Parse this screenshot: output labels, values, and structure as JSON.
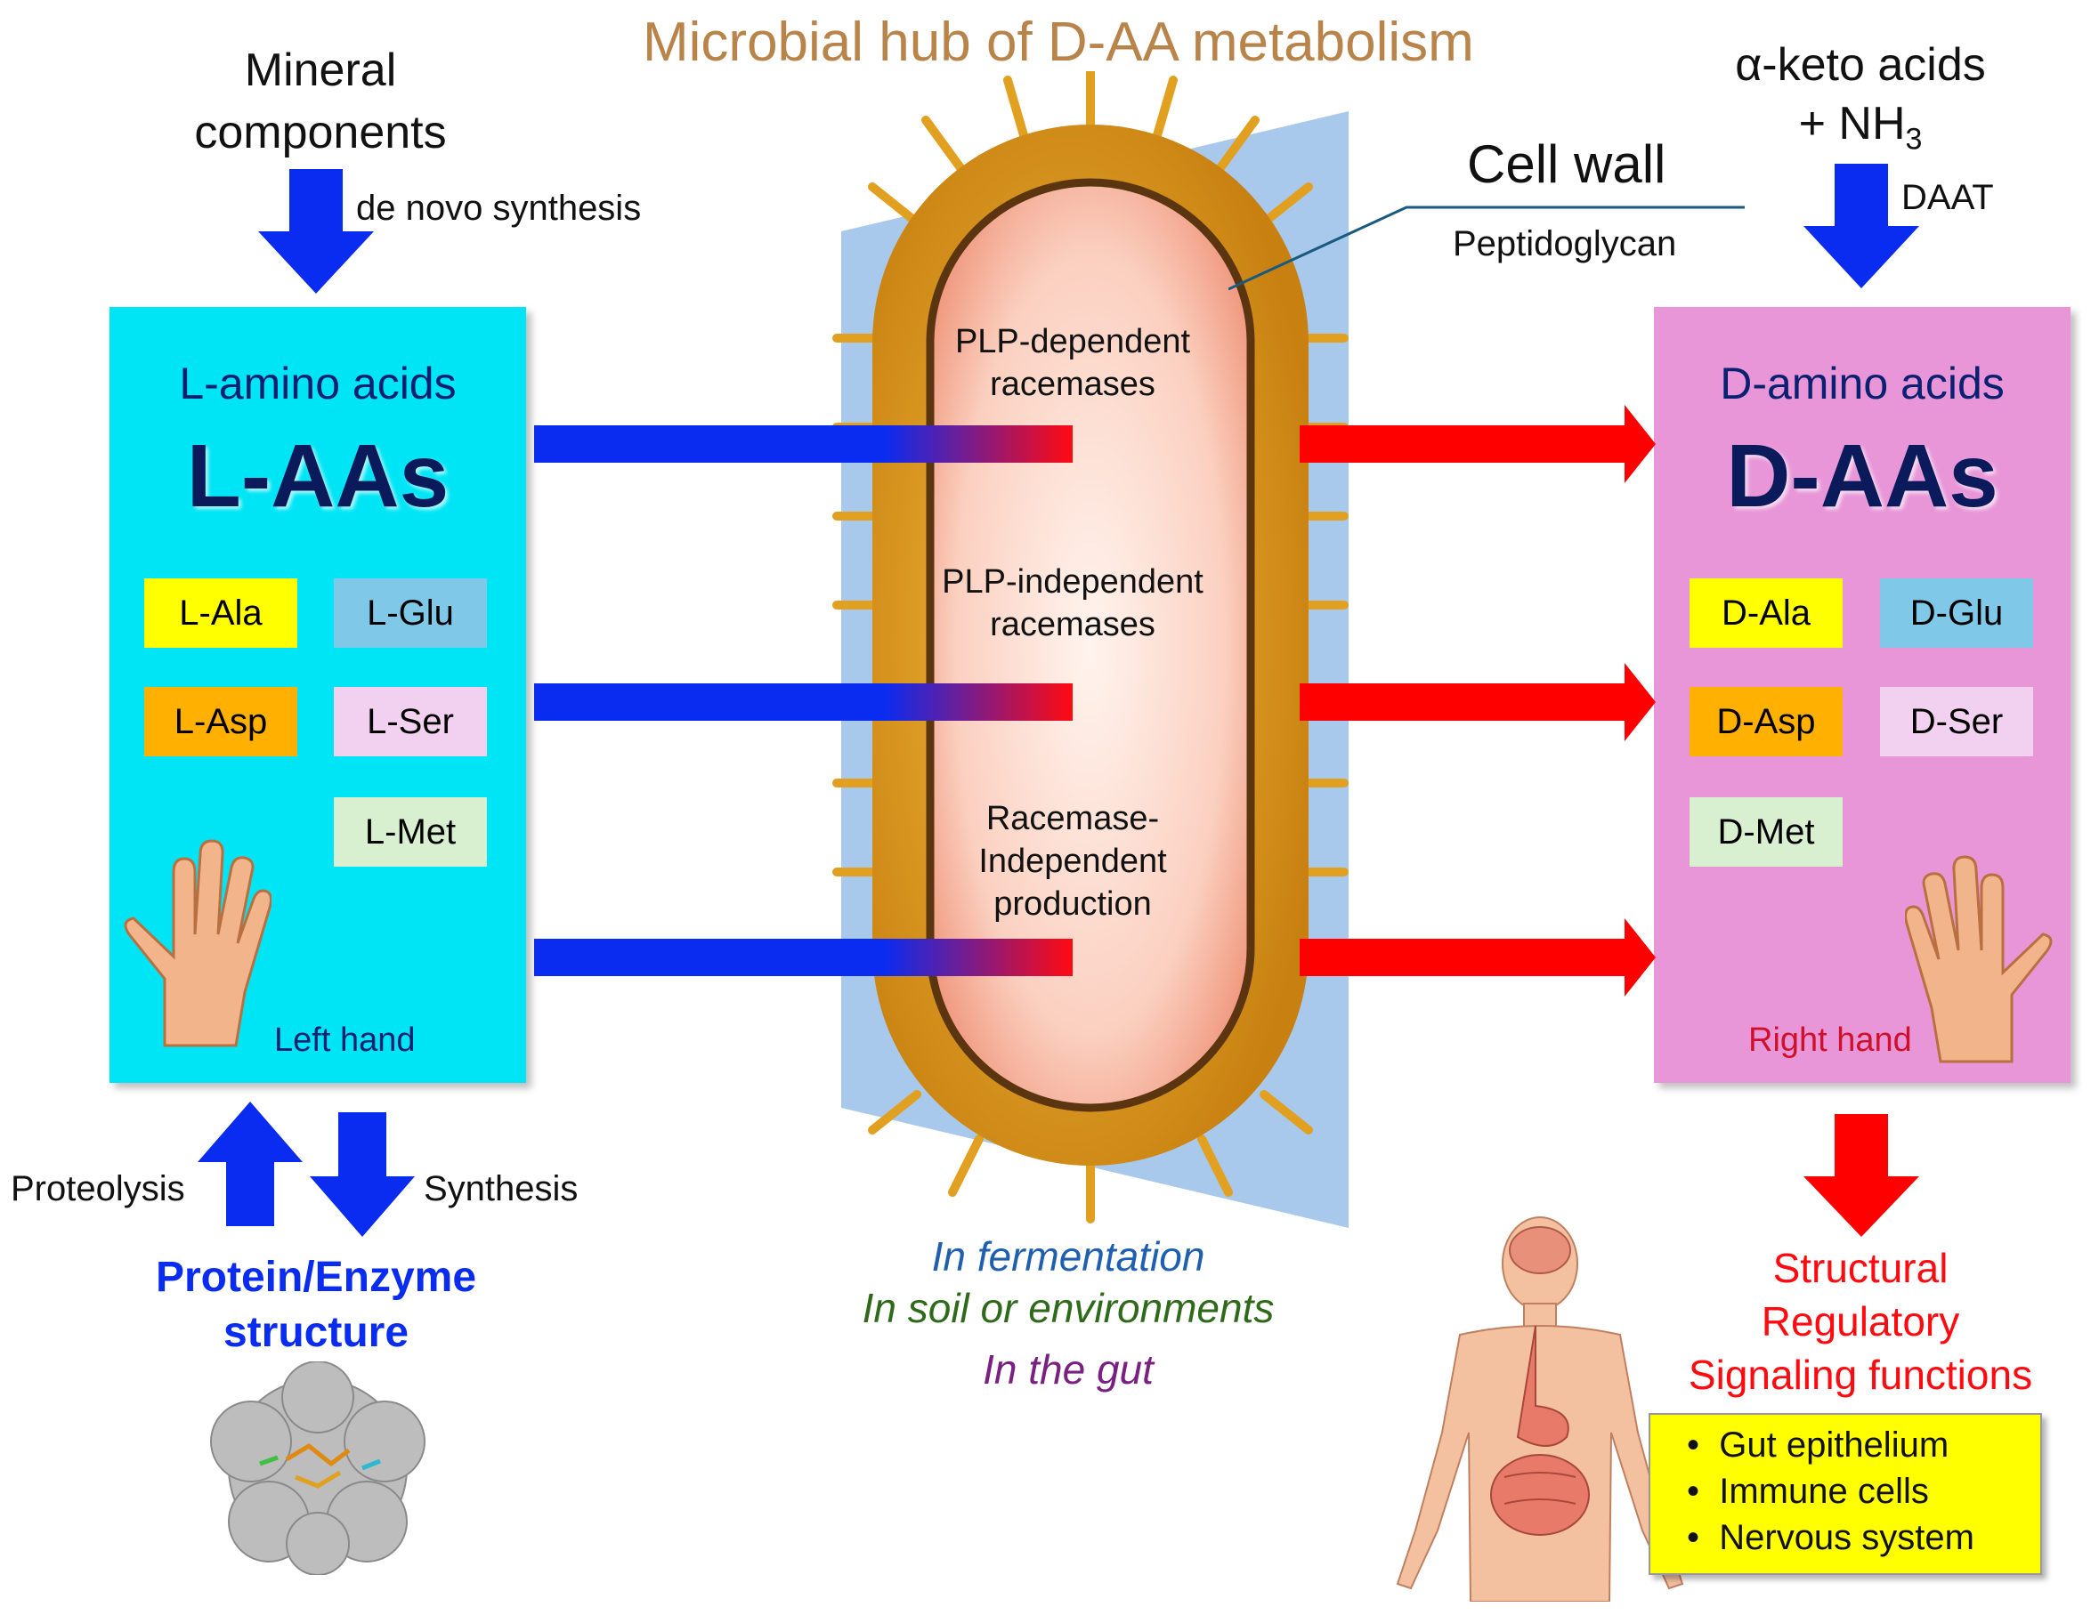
{
  "title": "Microbial hub of D-AA metabolism",
  "left_top": {
    "source_line1": "Mineral",
    "source_line2": "components",
    "process": "de novo synthesis"
  },
  "right_top": {
    "source_line1": "α-keto acids",
    "source_line2": "+ NH",
    "source_sub": "3",
    "enzyme": "DAAT"
  },
  "cell": {
    "wall_label": "Cell wall",
    "wall_sublabel": "Peptidoglycan",
    "routes": [
      {
        "line1": "PLP-dependent",
        "line2": "racemases",
        "line3": ""
      },
      {
        "line1": "PLP-independent",
        "line2": "racemases",
        "line3": ""
      },
      {
        "line1": "Racemase-",
        "line2": "Independent",
        "line3": "production"
      }
    ],
    "contexts": [
      {
        "text": "In fermentation",
        "color": "#1f5fb0"
      },
      {
        "text": "In soil or environments",
        "color": "#2f6a1a"
      },
      {
        "text": "In the gut",
        "color": "#7a2080"
      }
    ]
  },
  "l_box": {
    "heading": "L-amino acids",
    "big": "L-AAs",
    "hand": "Left hand",
    "amino_acids": [
      {
        "label": "L-Ala",
        "color": "#ffff00"
      },
      {
        "label": "L-Glu",
        "color": "#7fc8e8"
      },
      {
        "label": "L-Asp",
        "color": "#ffb000"
      },
      {
        "label": "L-Ser",
        "color": "#f2d0ef"
      },
      {
        "label": "L-Met",
        "color": "#d8f0d0"
      }
    ]
  },
  "d_box": {
    "heading": "D-amino acids",
    "big": "D-AAs",
    "hand": "Right hand",
    "amino_acids": [
      {
        "label": "D-Ala",
        "color": "#ffff00"
      },
      {
        "label": "D-Glu",
        "color": "#7fc8e8"
      },
      {
        "label": "D-Asp",
        "color": "#ffb000"
      },
      {
        "label": "D-Ser",
        "color": "#f2d0ef"
      },
      {
        "label": "D-Met",
        "color": "#d8f0d0"
      }
    ]
  },
  "left_bottom": {
    "up_label": "Proteolysis",
    "down_label": "Synthesis",
    "result_line1": "Protein/Enzyme",
    "result_line2": "structure"
  },
  "right_bottom": {
    "functions": [
      "Structural",
      "Regulatory",
      "Signaling functions"
    ],
    "targets": [
      "Gut epithelium",
      "Immune cells",
      "Nervous system"
    ]
  },
  "colors": {
    "l_box": "#00e5f5",
    "d_box": "#e896d8",
    "blue_arrow": "#0a2cf0",
    "red_arrow": "#ff0000",
    "title": "#b8844a",
    "targets_box": "#ffff00"
  }
}
